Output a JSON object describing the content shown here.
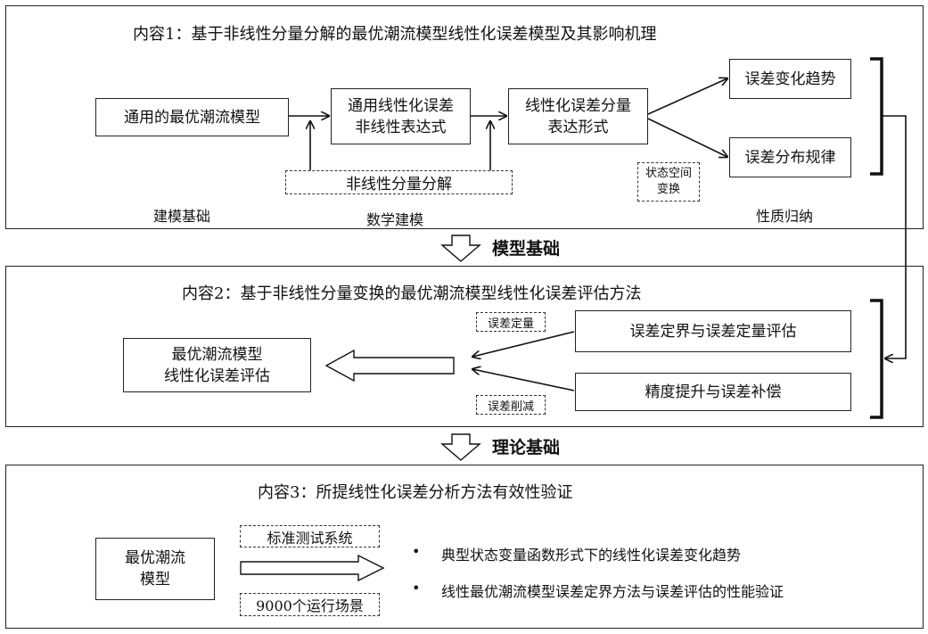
{
  "section1": {
    "title": "内容1：基于非线性分量分解的最优潮流模型线性化误差模型及其影响机理",
    "box_opf": "通用的最优潮流模型",
    "box_general_expr": "通用线性化误差\n非线性表达式",
    "box_component_expr": "线性化误差分量\n表达形式",
    "box_trend": "误差变化趋势",
    "box_distribution": "误差分布规律",
    "dashed_decomp": "非线性分量分解",
    "dashed_state": "状态空间\n变换",
    "cap_basis": "建模基础",
    "cap_math": "数学建模",
    "cap_induction": "性质归纳"
  },
  "flow1": "模型基础",
  "section2": {
    "title": "内容2：基于非线性分量变换的最优潮流模型线性化误差评估方法",
    "box_eval": "最优潮流模型\n线性化误差评估",
    "box_bound": "误差定界与误差定量评估",
    "box_precision": "精度提升与误差补偿",
    "dashed_quant": "误差定量",
    "dashed_reduce": "误差削减"
  },
  "flow2": "理论基础",
  "section3": {
    "title": "内容3：所提线性化误差分析方法有效性验证",
    "box_model": "最优潮流\n模型",
    "dashed_system": "标准测试系统",
    "dashed_scenes": "9000个运行场景",
    "bullets": [
      "典型状态变量函数形式下的线性化误差变化趋势",
      "线性最优潮流模型误差定界方法与误差评估的性能验证"
    ],
    "bullet_char": "•"
  }
}
